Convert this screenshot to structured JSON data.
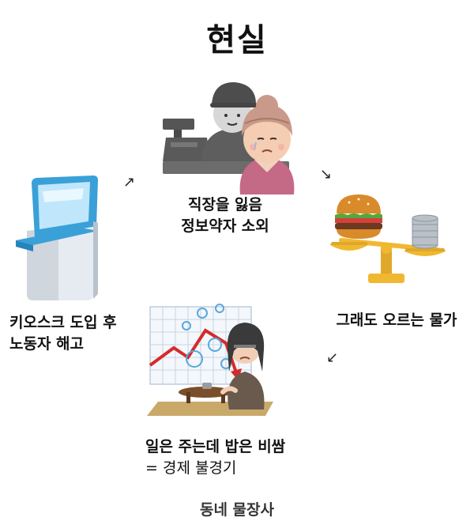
{
  "title": "현실",
  "steps": [
    {
      "id": "kiosk",
      "line1": "키오스크 도입 후",
      "line2": "노동자 해고",
      "icon": "kiosk-icon"
    },
    {
      "id": "job",
      "line1": "직장을 잃음",
      "line2": "정보약자 소외",
      "icon": "cashier-elderly-icon"
    },
    {
      "id": "price",
      "line1": "그래도 오르는 물가",
      "icon": "burger-scale-icon"
    },
    {
      "id": "economy",
      "line1": "일은 주는데 밥은 비쌈",
      "line2": "= 경제 불경기",
      "icon": "recession-icon"
    }
  ],
  "arrows": [
    "↗",
    "↘",
    "↙"
  ],
  "cutoff_text": "동네 물장사"
}
